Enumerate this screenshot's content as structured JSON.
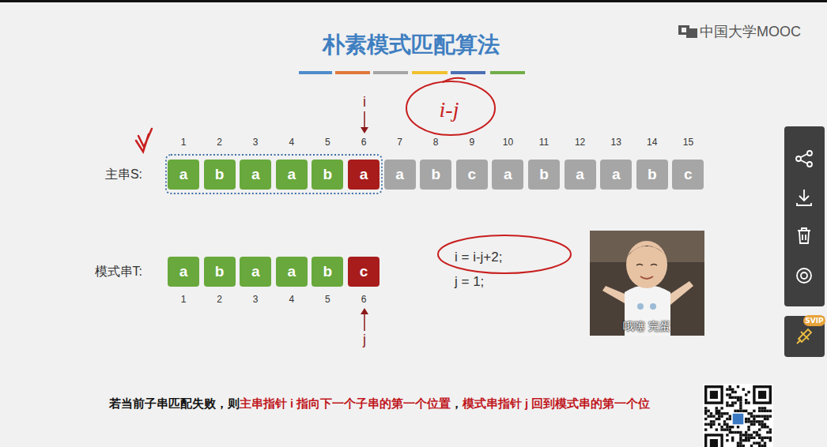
{
  "diagram": {
    "title": "朴素模式匹配算法",
    "nodes": [
      {
        "text": [
          "a"
        ]
      },
      {
        "text": [
          "b"
        ]
      },
      {
        "text": [
          "a"
        ]
      },
      {
        "text": [
          "a"
        ]
      },
      {
        "text": [
          "b"
        ]
      },
      {
        "text": [
          "a"
        ]
      },
      {
        "text": [
          "a"
        ]
      },
      {
        "text": [
          "b"
        ]
      },
      {
        "text": [
          "c"
        ]
      },
      {
        "text": [
          "a"
        ]
      },
      {
        "text": [
          "b"
        ]
      },
      {
        "text": [
          "a"
        ]
      },
      {
        "text": [
          "a"
        ]
      },
      {
        "text": [
          "b"
        ]
      },
      {
        "text": [
          "c"
        ]
      },
      {
        "text": [
          "a"
        ]
      },
      {
        "text": [
          "b"
        ]
      },
      {
        "text": [
          "a"
        ]
      },
      {
        "text": [
          "a"
        ]
      },
      {
        "text": [
          "b"
        ]
      },
      {
        "text": [
          "c"
        ]
      }
    ],
    "labels": [
      "中国大学MOOC",
      "i-j",
      "i",
      "1",
      "2",
      "3",
      "4",
      "5",
      "6",
      "7",
      "8",
      "9",
      "10",
      "11",
      "12",
      "13",
      "14",
      "15",
      "主串S:",
      "模式串T:",
      "1",
      "2",
      "3",
      "4",
      "5",
      "6",
      "j",
      "i = i-j+2;",
      "j = 1;",
      "哦噻 完蛋",
      "SVIP",
      "若当前子串匹配失败，则",
      "主串指针 i 指向下一个子串的第一个位置",
      "，",
      "模式串指针 j 回到模式串的第一个位"
    ]
  }
}
